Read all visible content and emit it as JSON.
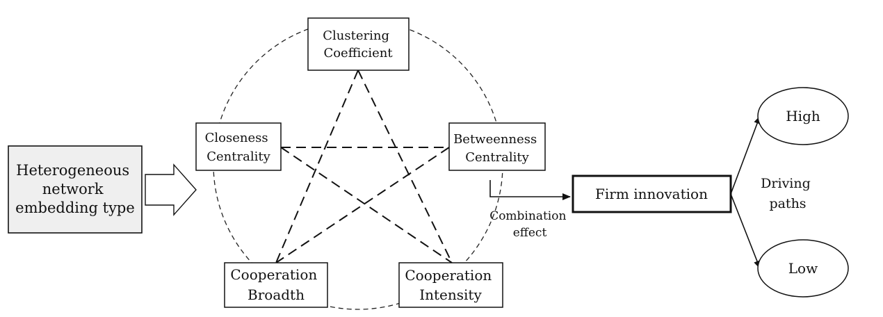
{
  "input_box": {
    "lines": [
      "Heterogeneous",
      "network",
      "embedding type"
    ]
  },
  "nodes": {
    "clustering": {
      "lines": [
        "Clustering",
        "Coefficient"
      ]
    },
    "closeness": {
      "lines": [
        "Closeness",
        "Centrality"
      ]
    },
    "betweenness": {
      "lines": [
        "Betweenness",
        "Centrality"
      ]
    },
    "broadth": {
      "lines": [
        "Cooperation",
        "Broadth"
      ]
    },
    "intensity": {
      "lines": [
        "Cooperation",
        "Intensity"
      ]
    }
  },
  "combination_label": {
    "lines": [
      "Combination",
      "effect"
    ]
  },
  "outcome": {
    "label": "Firm innovation"
  },
  "driving_label": {
    "lines": [
      "Driving",
      "paths"
    ]
  },
  "paths": {
    "high": "High",
    "low": "Low"
  }
}
